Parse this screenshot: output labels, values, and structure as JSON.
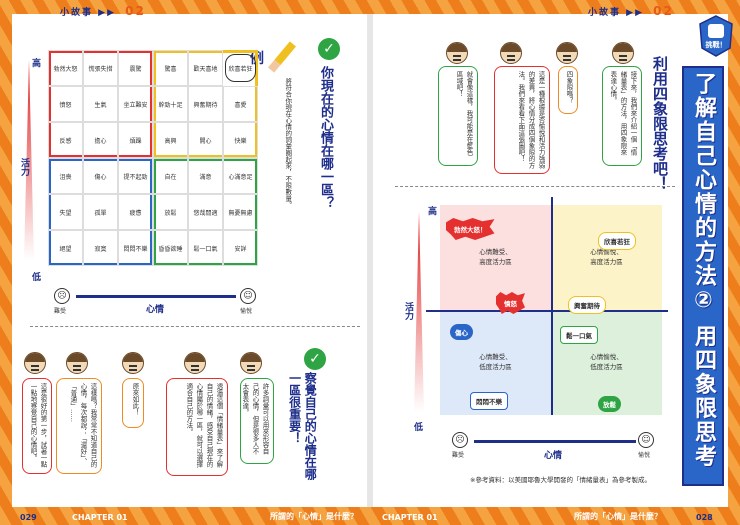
{
  "header_left": {
    "label": "小故事",
    "arrows": "▶▶",
    "num": "02"
  },
  "header_right": {
    "label": "小故事",
    "arrows": "▶▶",
    "num": "02"
  },
  "left": {
    "example_label": "例",
    "grid_rows": [
      [
        "勃然大怒",
        "慌張失措",
        "震驚",
        "驚喜",
        "歡天喜地",
        "欣喜若狂"
      ],
      [
        "憤怒",
        "生氣",
        "坐立難安",
        "幹勁十足",
        "興奮期待",
        "喜愛"
      ],
      [
        "反感",
        "擔心",
        "煩躁",
        "高興",
        "開心",
        "快樂"
      ],
      [
        "沮喪",
        "傷心",
        "提不起勁",
        "自在",
        "滿意",
        "心滿意足"
      ],
      [
        "失望",
        "孤單",
        "疲憊",
        "放鬆",
        "悠哉閒適",
        "無憂無慮"
      ],
      [
        "絕望",
        "寂寞",
        "悶悶不樂",
        "昏昏欲睡",
        "鬆一口氣",
        "安詳"
      ]
    ],
    "marked_word": "欣喜若狂",
    "axis_high": "高",
    "axis_low": "低",
    "axis_energy": "活力",
    "axis_mood": "心情",
    "face_sad": "難受",
    "face_happy": "愉悅",
    "question": "你現在的心情在哪一區？",
    "instruction": "將符合你現在心情的詞彙圈起來，不限數量。",
    "section_title": "察覺自己的心情在哪一區很重要！",
    "bubbles": [
      {
        "text": "許多詞彙可以用來形容自己的心情，但是很多人不太會表達。"
      },
      {
        "text": "透過這個「情緒量表」來了解自己的情緒，感受自己現在的心情屬於哪一區，就可以選擇適合自己的方法。"
      },
      {
        "text": "原來如此！"
      },
      {
        "text": "這樣嗎？我常常不知道自己的心情，每次都說：「還好」、「普通」……"
      },
      {
        "text": "這是很好的第一步，試著一點一點地察覺自己的心情吧。"
      }
    ],
    "footer_page": "029",
    "footer_chapter": "CHAPTER 01",
    "footer_topic": "所謂的「心情」是什麼？"
  },
  "right": {
    "badge_text": "挑戰！",
    "banner_title": "了解自己心情的方法② 用四象限思考",
    "subtitle": "利用四象限思考吧！",
    "bubbles": [
      {
        "text": "接下來，我們來介紹一個「情緒量表」的方法，用四象限來表達心情。"
      },
      {
        "text": "四象限嗎？"
      },
      {
        "text": "這是一種根據是否愉悅和活力強弱的差異，將心情分成四個象限的方法。我們來看看下面這張圖吧！"
      },
      {
        "text": "就會像這樣，我可能是在藍色區域吧！"
      }
    ],
    "chart": {
      "tl": [
        "心情難受、",
        "高度活力區"
      ],
      "tr": [
        "心情愉悅、",
        "高度活力區"
      ],
      "bl": [
        "心情難受、",
        "低度活力區"
      ],
      "br": [
        "心情愉悅、",
        "低度活力區"
      ]
    },
    "tags": {
      "angry": "勃然大怒！",
      "ecstatic": "欣喜若狂",
      "irritated": "憤怒",
      "excited": "興奮期待",
      "sad": "傷心",
      "relieved": "鬆一口氣",
      "gloomy": "悶悶不樂",
      "relaxed": "放鬆"
    },
    "axis_high": "高",
    "axis_low": "低",
    "axis_energy": "活力",
    "axis_mood": "心情",
    "face_sad": "難受",
    "face_happy": "愉悅",
    "reference": "※參考資料：以美國耶魯大學開發的「情緒量表」為參考製成。",
    "footer_chapter": "CHAPTER 01",
    "footer_topic": "所謂的「心情」是什麼？",
    "footer_page": "028"
  }
}
